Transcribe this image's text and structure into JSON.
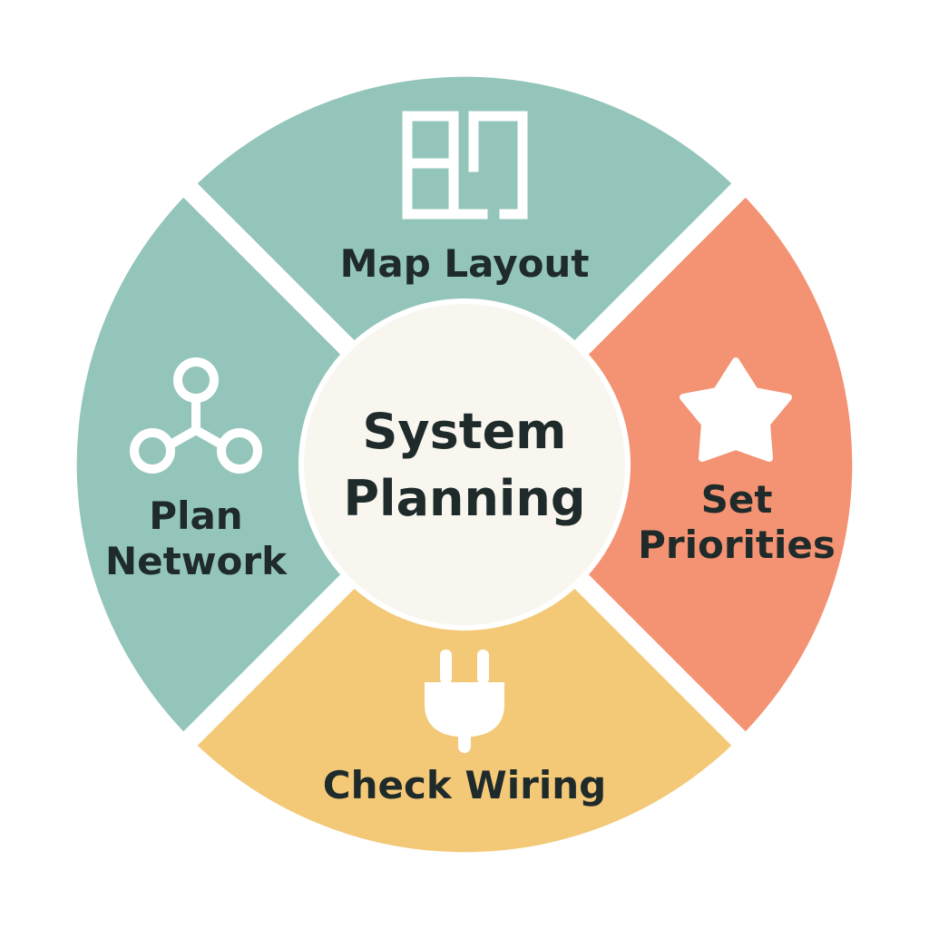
{
  "center": {
    "line1": "System",
    "line2": "Planning",
    "color": "#f8f6ef"
  },
  "segments": [
    {
      "id": "map-layout",
      "lines": [
        "Map Layout"
      ],
      "color": "#93c5ba",
      "icon": "floor-plan-icon"
    },
    {
      "id": "set-priorities",
      "lines": [
        "Set",
        "Priorities"
      ],
      "color": "#f39373",
      "icon": "star-icon"
    },
    {
      "id": "check-wiring",
      "lines": [
        "Check Wiring"
      ],
      "color": "#f3c978",
      "icon": "plug-icon"
    },
    {
      "id": "plan-network",
      "lines": [
        "Plan",
        "Network"
      ],
      "color": "#93c5ba",
      "icon": "network-icon"
    }
  ],
  "colors": {
    "gap": "#ffffff",
    "icon": "#ffffff",
    "text": "#1f2a2a"
  }
}
